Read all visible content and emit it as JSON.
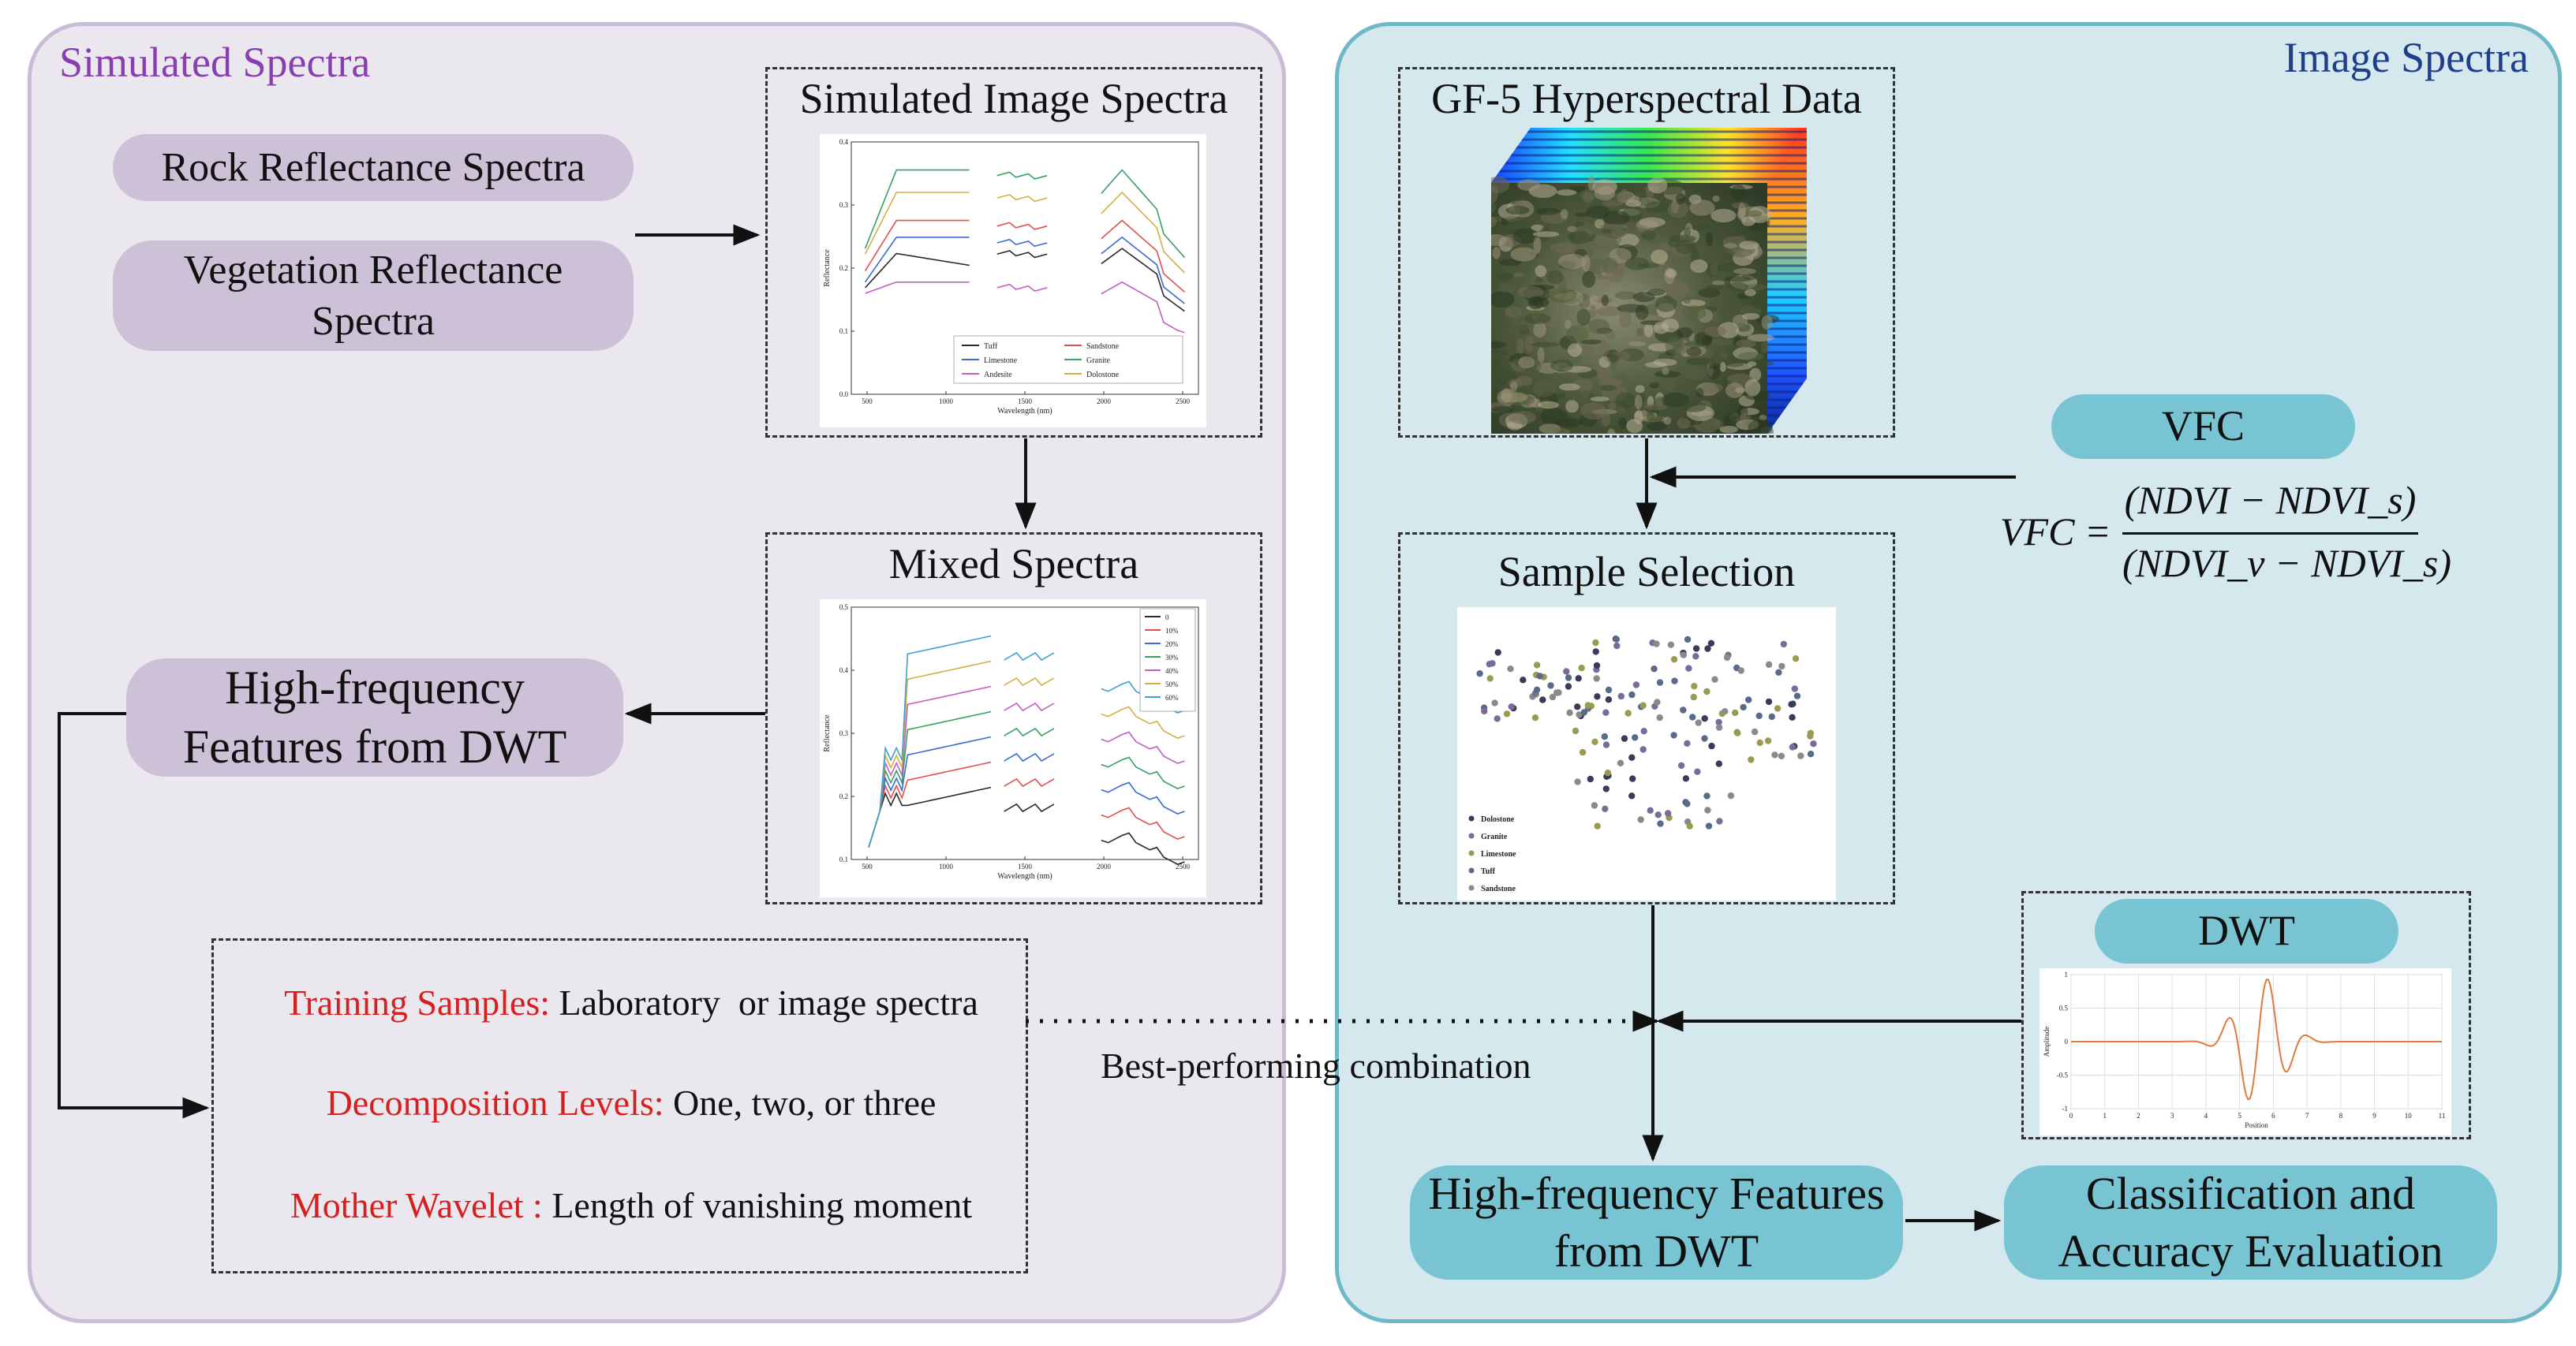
{
  "colors": {
    "left_panel_bg": "#ebe7ee",
    "right_panel_bg": "#d4e8ee",
    "purple_title": "#8a3fb0",
    "blue_title": "#1f3f8a",
    "red_label": "#d62020",
    "pill_purple": "#cdc1d8",
    "pill_teal": "#79c4d2"
  },
  "left": {
    "title": "Simulated Spectra",
    "rock": "Rock Reflectance Spectra",
    "vegetation": "Vegetation Reflectance Spectra",
    "simulated_image_title": "Simulated Image Spectra",
    "mixed_title": "Mixed Spectra",
    "hf_features": "High-frequency Features from DWT"
  },
  "params": {
    "training_label": "Training Samples:",
    "training_value": "Laboratory  or image spectra",
    "decomp_label": "Decomposition Levels:",
    "decomp_value": "One, two, or three",
    "wavelet_label": "Mother Wavelet :",
    "wavelet_value": "Length of vanishing moment"
  },
  "best_combination": "Best-performing combination",
  "right": {
    "title": "Image Spectra",
    "gf5_title": "GF-5 Hyperspectral Data",
    "sample_title": "Sample Selection",
    "vfc": "VFC",
    "formula_lhs": "VFC =",
    "formula_num": "(NDVI − NDVI_s)",
    "formula_den": "(NDVI_v − NDVI_s)",
    "dwt": "DWT",
    "hf_features": "High-frequency Features from DWT",
    "classification": "Classification and Accuracy Evaluation"
  },
  "charts": {
    "simulated": {
      "xlabel": "Wavelength (nm)",
      "ylabel": "Reflectance",
      "xticks": [
        "500",
        "1000",
        "1500",
        "2000",
        "2500"
      ],
      "yticks": [
        "0.0",
        "0.1",
        "0.2",
        "0.3",
        "0.4"
      ],
      "legend": [
        "Tuff",
        "Sandstone",
        "Limestone",
        "Granite",
        "Andesite",
        "Dolostone"
      ]
    },
    "mixed": {
      "xlabel": "Wavelength (nm)",
      "ylabel": "Reflectance",
      "xticks": [
        "500",
        "1000",
        "1500",
        "2000",
        "2500"
      ],
      "yticks": [
        "0.1",
        "0.2",
        "0.3",
        "0.4",
        "0.5"
      ],
      "legend": [
        "0",
        "10%",
        "20%",
        "30%",
        "40%",
        "50%",
        "60%"
      ]
    },
    "sample": {
      "legend": [
        "Dolostone",
        "Granite",
        "Limestone",
        "Tuff",
        "Sandstone"
      ]
    },
    "wavelet": {
      "xlabel": "Position",
      "ylabel": "Amplitude",
      "xticks": [
        "0",
        "1",
        "2",
        "3",
        "4",
        "5",
        "6",
        "7",
        "8",
        "9",
        "10",
        "11"
      ],
      "yticks": [
        "1",
        "0.5",
        "0",
        "-0.5",
        "-1"
      ]
    }
  }
}
